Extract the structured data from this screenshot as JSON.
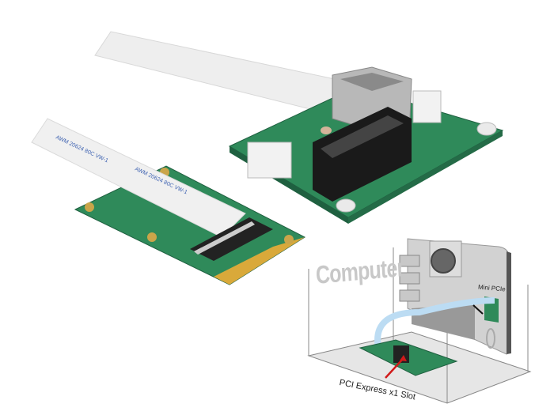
{
  "illustration": {
    "computer_label": "Computer",
    "mini_pcie_label": "Mini PCIe",
    "slot_label": "PCI Express x1 Slot"
  },
  "cable": {
    "print_text": "AWM 20624 80C VW-1"
  },
  "colors": {
    "pcb_green": "#2f8a5a",
    "slot_black": "#1a1a1a",
    "cable_white": "#f0f0f0",
    "arrow_red": "#d11a1a"
  }
}
